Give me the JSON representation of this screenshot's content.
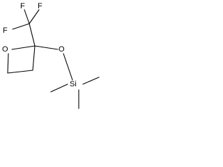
{
  "molecule": {
    "atoms": {
      "fluorine_top_left": "F",
      "fluorine_top_right": "F",
      "fluorine_left": "F",
      "oxygen_ring": "O",
      "oxygen_ether": "O",
      "silicon": "Si"
    },
    "colors": {
      "bond": "#000000",
      "label": "#000000",
      "background": "#ffffff"
    }
  }
}
